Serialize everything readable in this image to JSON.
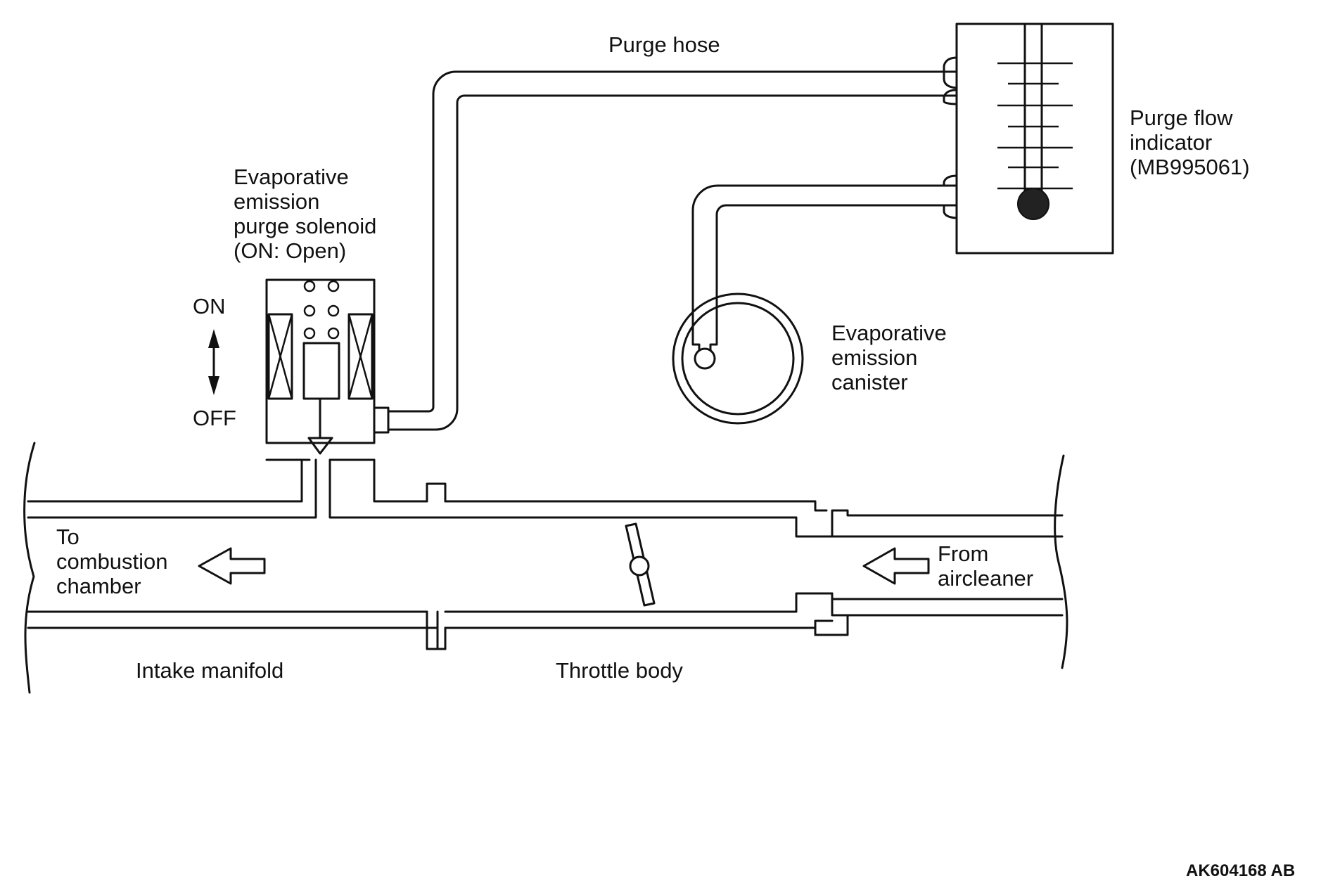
{
  "labels": {
    "purge_hose": "Purge hose",
    "purge_flow_indicator": [
      "Purge flow",
      "indicator",
      "(MB995061)"
    ],
    "purge_solenoid": [
      "Evaporative",
      "emission",
      "purge solenoid",
      "(ON: Open)"
    ],
    "on": "ON",
    "off": "OFF",
    "canister": [
      "Evaporative",
      "emission",
      "canister"
    ],
    "to_combustion": [
      "To",
      "combustion",
      "chamber"
    ],
    "from_aircleaner": [
      "From",
      "aircleaner"
    ],
    "intake_manifold": "Intake manifold",
    "throttle_body": "Throttle body",
    "figure_code": "AK604168 AB"
  },
  "colors": {
    "line": "#111111",
    "background": "#ffffff"
  }
}
